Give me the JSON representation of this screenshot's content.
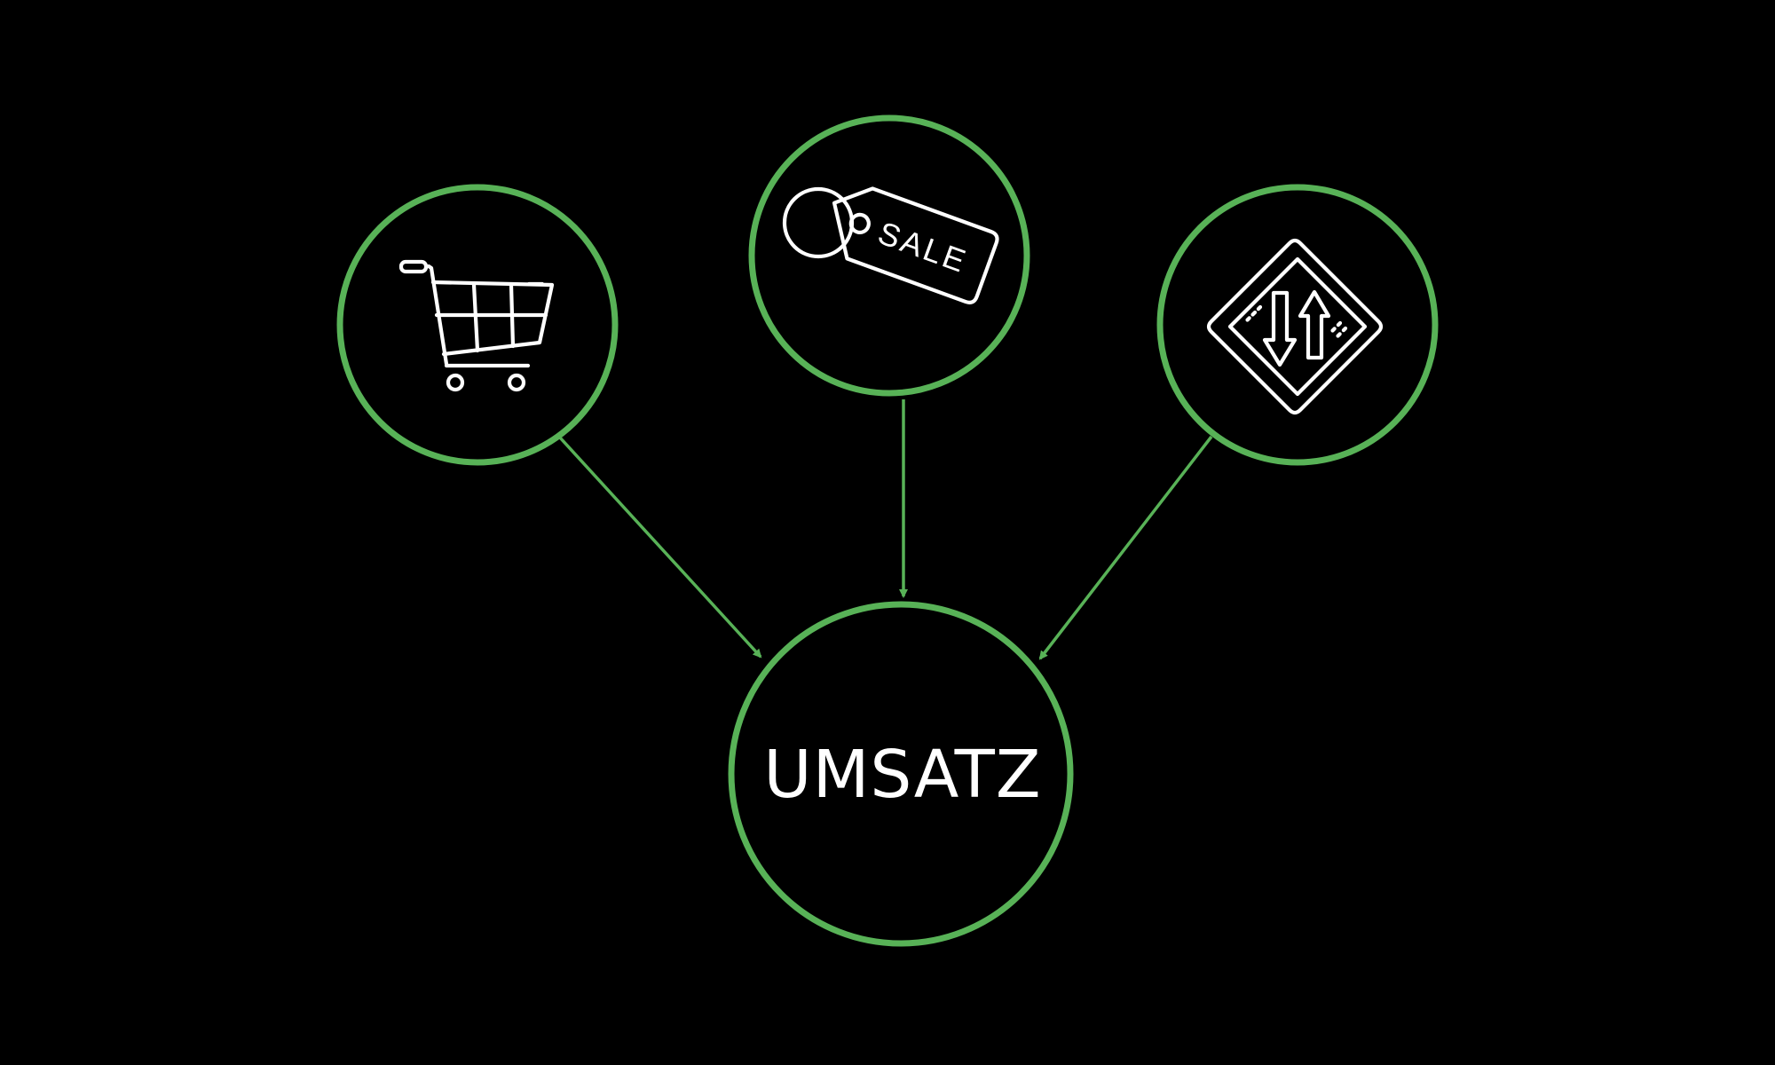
{
  "colors": {
    "background": "#000000",
    "accent": "#58b257",
    "icon": "#ffffff",
    "text": "#ffffff"
  },
  "nodes": {
    "cart": {
      "icon": "shopping-cart-icon"
    },
    "sale": {
      "icon": "sale-tag-icon",
      "tag_text": "SALE"
    },
    "traffic": {
      "icon": "two-way-traffic-sign-icon"
    },
    "center": {
      "label": "UMSATZ"
    }
  },
  "edges": [
    {
      "from": "cart",
      "to": "center"
    },
    {
      "from": "sale",
      "to": "center"
    },
    {
      "from": "traffic",
      "to": "center"
    }
  ]
}
